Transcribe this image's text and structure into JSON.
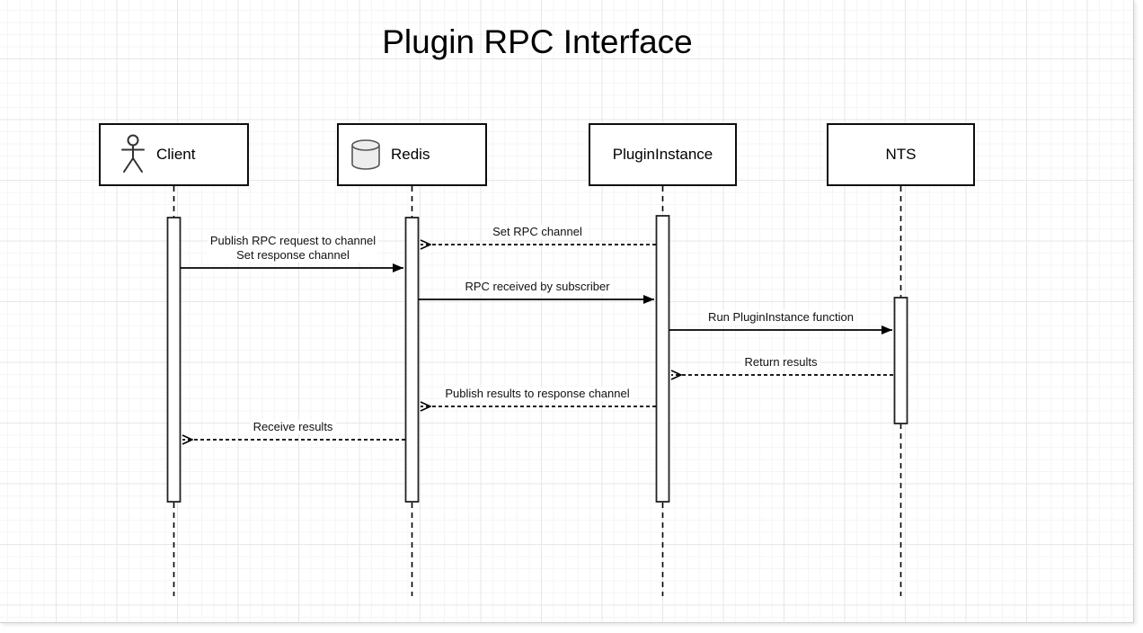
{
  "diagram": {
    "title": "Plugin RPC Interface",
    "actors": [
      {
        "label": "Client",
        "icon": "actor-icon"
      },
      {
        "label": "Redis",
        "icon": "database-icon"
      },
      {
        "label": "PluginInstance",
        "icon": ""
      },
      {
        "label": "NTS",
        "icon": ""
      }
    ],
    "messages": [
      {
        "lines": [
          "Set RPC channel"
        ],
        "from": "PluginInstance",
        "to": "Redis",
        "line_style": "dashed",
        "arrow": "open"
      },
      {
        "lines": [
          "Publish RPC request to channel",
          "Set response channel"
        ],
        "from": "Client",
        "to": "Redis",
        "line_style": "solid",
        "arrow": "filled"
      },
      {
        "lines": [
          "RPC received by subscriber"
        ],
        "from": "Redis",
        "to": "PluginInstance",
        "line_style": "solid",
        "arrow": "filled"
      },
      {
        "lines": [
          "Run PluginInstance function"
        ],
        "from": "PluginInstance",
        "to": "NTS",
        "line_style": "solid",
        "arrow": "filled"
      },
      {
        "lines": [
          "Return results"
        ],
        "from": "NTS",
        "to": "PluginInstance",
        "line_style": "dashed",
        "arrow": "open"
      },
      {
        "lines": [
          "Publish results to response channel"
        ],
        "from": "PluginInstance",
        "to": "Redis",
        "line_style": "dashed",
        "arrow": "open"
      },
      {
        "lines": [
          "Receive results"
        ],
        "from": "Redis",
        "to": "Client",
        "line_style": "dashed",
        "arrow": "open"
      }
    ],
    "colors": {
      "stroke": "#000000",
      "shape_fill": "#ffffff",
      "grid_minor": "#f5f5f5",
      "grid_major": "#e7e7e7",
      "cylinder_fill": "#ededed",
      "page_edge": "#cfcfcf"
    }
  }
}
